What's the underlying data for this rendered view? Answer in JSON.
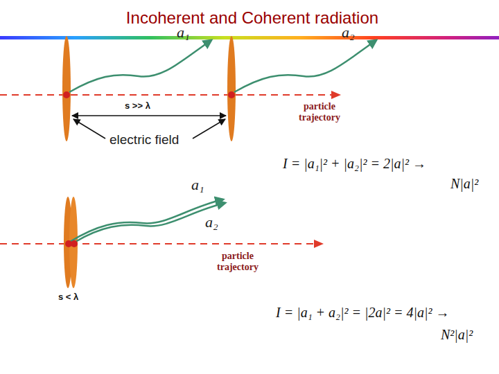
{
  "diagram": {
    "title": "Incoherent and Coherent radiation",
    "labels": [
      "a₁",
      "a₂",
      "s >> λ",
      "electric field",
      "particle trajectory",
      "I = |a₁|² + |a₂|² = 2|a|² →",
      "N|a|²",
      "a₁",
      "a₂",
      "particle trajectory",
      "s < λ",
      "I = |a₁ + a₂|² = |2a|² = 4|a|² →",
      "N²|a|²"
    ]
  }
}
